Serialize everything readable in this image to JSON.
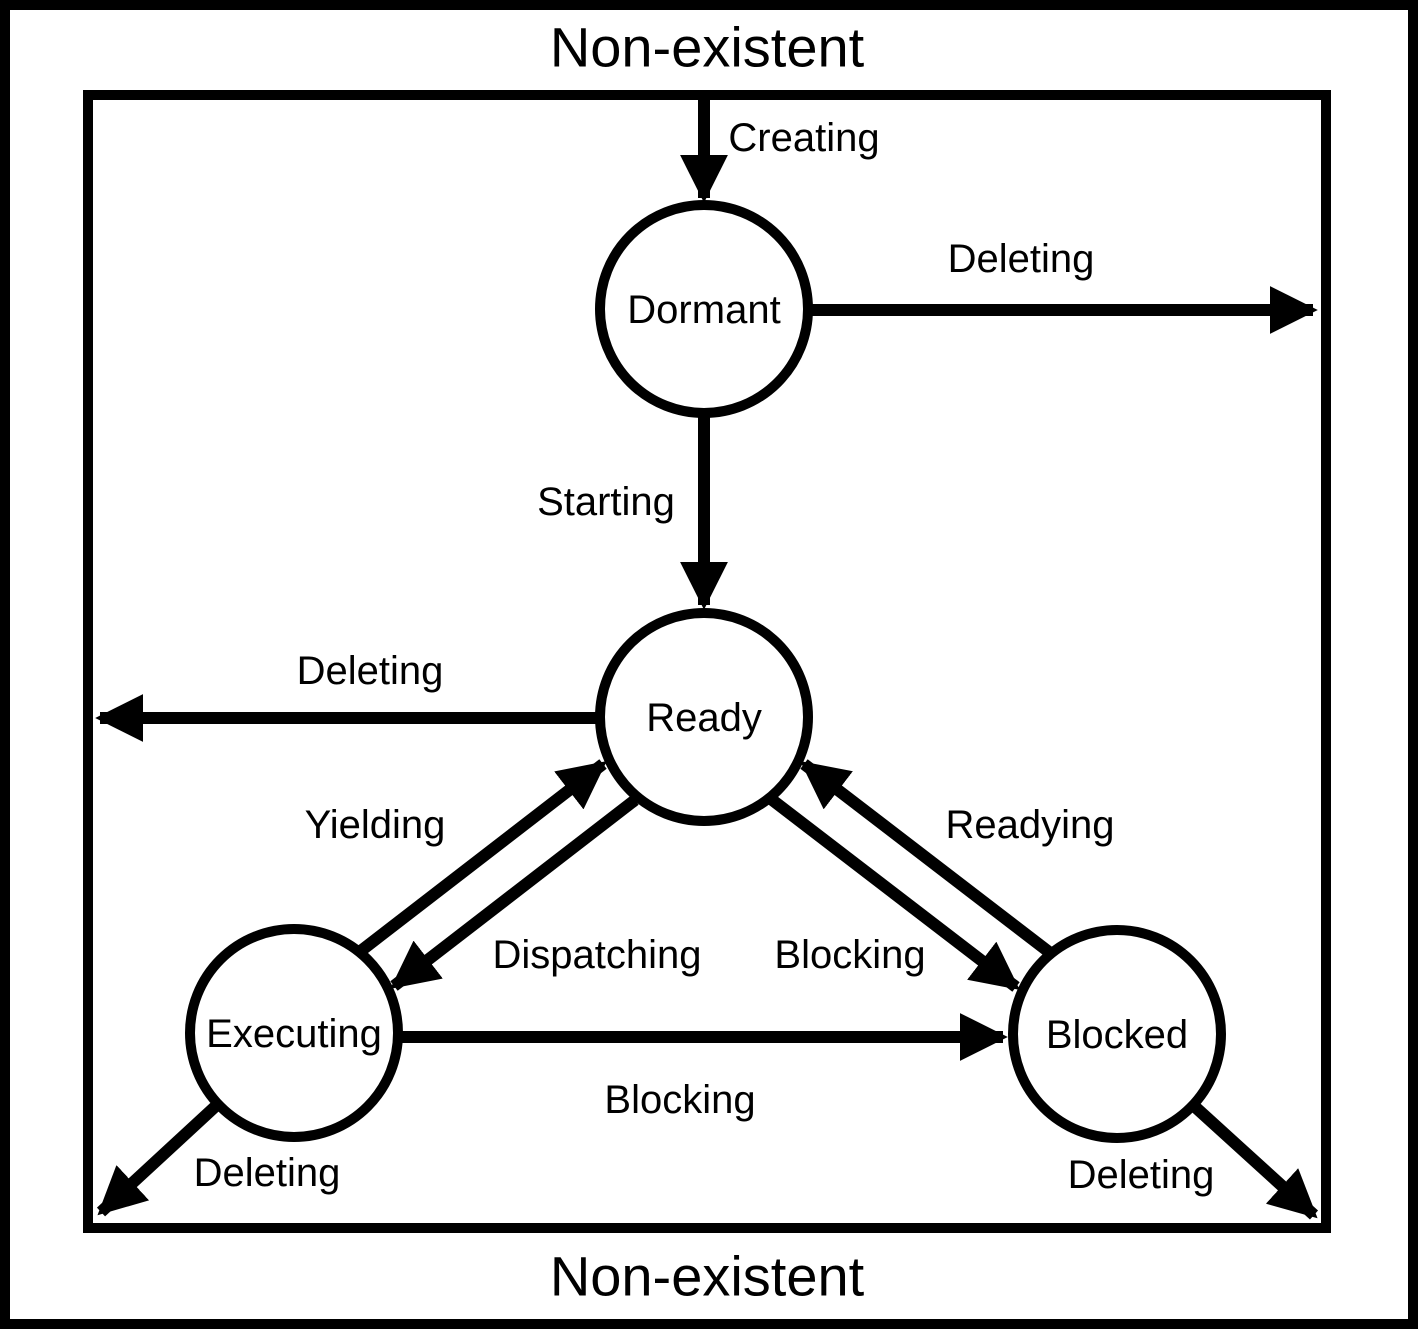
{
  "diagram": {
    "type": "state-transition-diagram",
    "outer_label_top": "Non-existent",
    "outer_label_bottom": "Non-existent",
    "colors": {
      "line": "#000000",
      "background": "#ffffff"
    },
    "states": [
      {
        "id": "dormant",
        "label": "Dormant"
      },
      {
        "id": "ready",
        "label": "Ready"
      },
      {
        "id": "executing",
        "label": "Executing"
      },
      {
        "id": "blocked",
        "label": "Blocked"
      }
    ],
    "edges": [
      {
        "id": "creating",
        "label": "Creating",
        "from": "non-existent",
        "to": "dormant"
      },
      {
        "id": "deleting-dormant",
        "label": "Deleting",
        "from": "dormant",
        "to": "non-existent"
      },
      {
        "id": "starting",
        "label": "Starting",
        "from": "dormant",
        "to": "ready"
      },
      {
        "id": "deleting-ready",
        "label": "Deleting",
        "from": "ready",
        "to": "non-existent"
      },
      {
        "id": "yielding",
        "label": "Yielding",
        "from": "executing",
        "to": "ready"
      },
      {
        "id": "dispatching",
        "label": "Dispatching",
        "from": "ready",
        "to": "executing"
      },
      {
        "id": "blocking-from-ready",
        "label": "Blocking",
        "from": "ready",
        "to": "blocked"
      },
      {
        "id": "readying",
        "label": "Readying",
        "from": "blocked",
        "to": "ready"
      },
      {
        "id": "blocking-from-executing",
        "label": "Blocking",
        "from": "executing",
        "to": "blocked"
      },
      {
        "id": "deleting-executing",
        "label": "Deleting",
        "from": "executing",
        "to": "non-existent"
      },
      {
        "id": "deleting-blocked",
        "label": "Deleting",
        "from": "blocked",
        "to": "non-existent"
      }
    ]
  }
}
